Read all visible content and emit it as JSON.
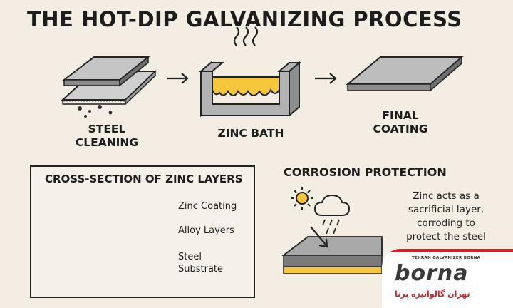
{
  "title": "THE HOT-DIP GALVANIZING PROCESS",
  "steps": [
    {
      "line1": "STEEL",
      "line2": "CLEANING"
    },
    {
      "line1": "ZINC BATH"
    },
    {
      "line1": "FINAL",
      "line2": "COATING"
    }
  ],
  "cross_section": {
    "title": "CROSS-SECTION OF ZINC LAYERS",
    "layers": [
      {
        "line1": "Zinc Coating"
      },
      {
        "line1": "Alloy Layers"
      },
      {
        "line1": "Steel",
        "line2": "Substrate"
      }
    ]
  },
  "corrosion": {
    "title": "CORROSION PROTECTION",
    "text_lines": [
      "Zinc acts as a",
      "sacrificial layer,",
      "corroding to",
      "protect the steel"
    ]
  },
  "logo": {
    "small_text": "TEHRAN GALVANIZER BORNA",
    "wordmark": "borna",
    "persian": "تهران گالوانیزه برنا"
  },
  "colors": {
    "background": "#f3ede3",
    "zinc_yellow": "#f6c73a",
    "steel_gray": "#8f8f8f",
    "brand_red": "#d62027"
  },
  "icons": [
    "sun-icon",
    "rain-cloud-icon",
    "steam-icon",
    "arrow-right-icon"
  ]
}
